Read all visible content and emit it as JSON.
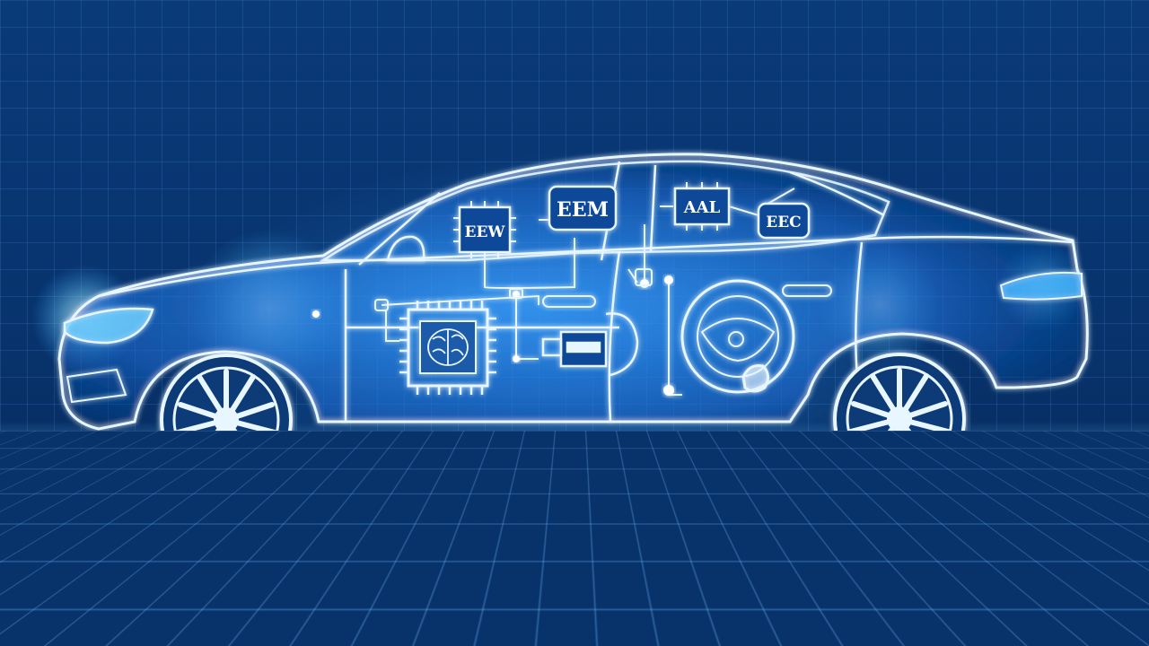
{
  "badges": {
    "badge_1": "EEW",
    "badge_2": "EEM",
    "badge_3": "AAL",
    "badge_4": "EEC"
  },
  "colors": {
    "background": "#062a5e",
    "line_glow": "#e8f6ff",
    "accent_glow": "#2aa8ff",
    "headlight": "#8fe0ff"
  }
}
